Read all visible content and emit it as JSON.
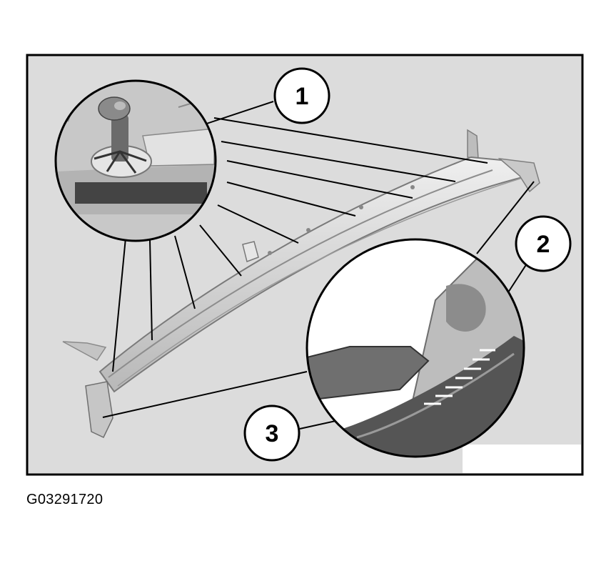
{
  "figure": {
    "callouts": [
      "1",
      "2",
      "3"
    ],
    "caption": "G03291720"
  }
}
